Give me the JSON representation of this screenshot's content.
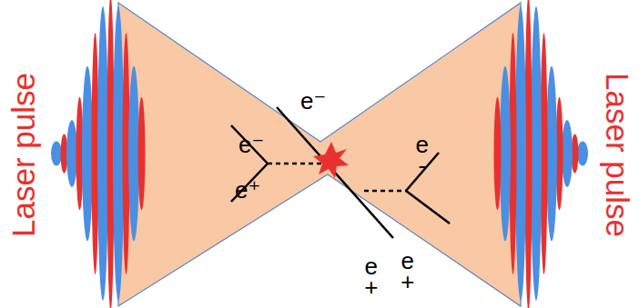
{
  "diagram": {
    "labels": [
      "Laser pulse",
      "Laser pulse",
      "e⁻",
      "e⁺",
      "e⁻",
      "e -",
      "e +",
      "e +"
    ]
  }
}
